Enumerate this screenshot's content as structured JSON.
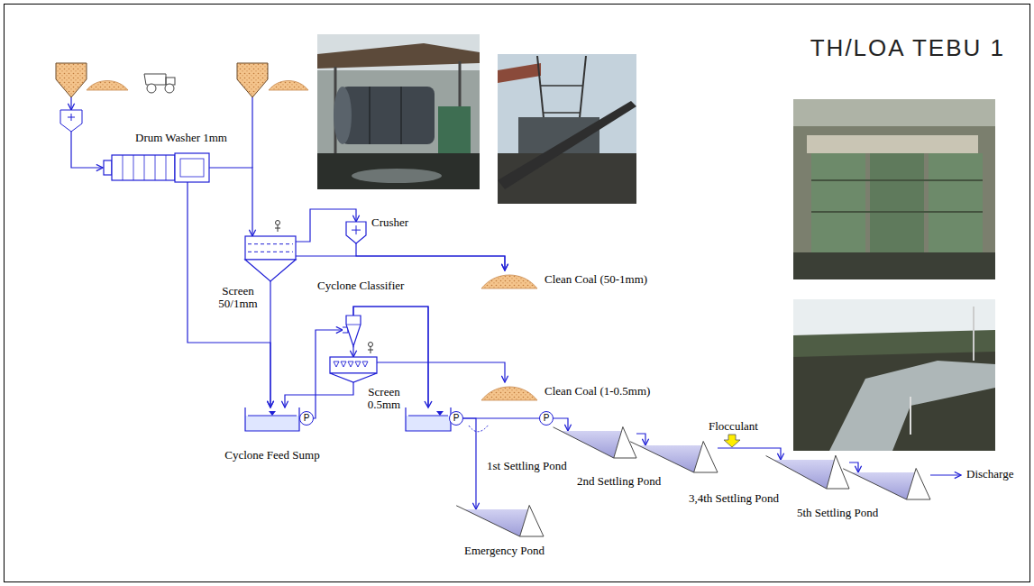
{
  "diagram": {
    "title": "TH/LOA TEBU 1",
    "nodes": [
      {
        "text": [
          "Drum Washer 1mm"
        ]
      },
      {
        "text": [
          "Screen 50/1mm"
        ]
      },
      {
        "text": [
          "Crusher"
        ]
      },
      {
        "text": [
          "Cyclone Classifier"
        ]
      },
      {
        "text": [
          "Clean Coal (50-1mm)"
        ]
      },
      {
        "text": [
          "Screen 0.5mm"
        ]
      },
      {
        "text": [
          "Clean Coal (1-0.5mm)"
        ]
      },
      {
        "text": [
          "Cyclone Feed Sump"
        ]
      },
      {
        "text": [
          "1st Settling Pond"
        ]
      },
      {
        "text": [
          "2nd Settling Pond"
        ]
      },
      {
        "text": [
          "3,4th Settling Pond"
        ]
      },
      {
        "text": [
          "5th Settling Pond"
        ]
      },
      {
        "text": [
          "Emergency Pond"
        ]
      }
    ],
    "edges": [
      {
        "from": 0,
        "to": 1,
        "arrow": "to"
      },
      {
        "from": 0,
        "to": 7,
        "arrow": "to"
      },
      {
        "from": 1,
        "to": 2,
        "arrow": "to"
      },
      {
        "from": 1,
        "to": 4,
        "arrow": "to"
      },
      {
        "from": 2,
        "to": 4,
        "arrow": "to"
      },
      {
        "from": 1,
        "to": 7,
        "arrow": "to"
      },
      {
        "from": 7,
        "to": 3,
        "arrow": "to"
      },
      {
        "from": 3,
        "to": 5,
        "arrow": "to"
      },
      {
        "from": 5,
        "to": 6,
        "arrow": "to"
      },
      {
        "from": 5,
        "to": 7,
        "arrow": "to"
      },
      {
        "from": 3,
        "to": 8,
        "arrow": "to"
      },
      {
        "from": 3,
        "to": 12,
        "arrow": "to"
      },
      {
        "from": 8,
        "to": 9,
        "arrow": "to"
      },
      {
        "from": 9,
        "to": 10,
        "arrow": "to"
      },
      {
        "from": 10,
        "to": 11,
        "arrow": "to"
      }
    ],
    "labels": [
      "P",
      "P",
      "P",
      "Flocculant",
      "Discharge"
    ]
  }
}
